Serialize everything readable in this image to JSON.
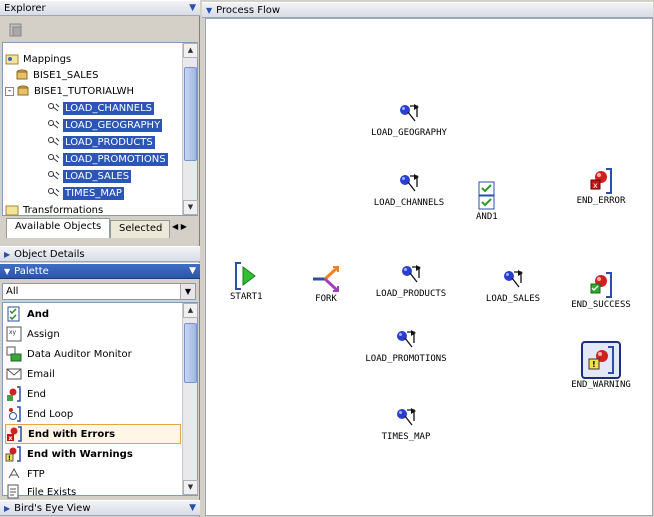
{
  "explorer": {
    "title": "Explorer",
    "tree": [
      {
        "label": "Mappings",
        "icon": "mappings-folder-icon"
      },
      {
        "label": "BISE1_SALES",
        "icon": "module-icon"
      },
      {
        "label": "BISE1_TUTORIALWH",
        "icon": "module-icon"
      },
      {
        "label": "LOAD_CHANNELS",
        "icon": "mapping-icon",
        "selected": true
      },
      {
        "label": "LOAD_GEOGRAPHY",
        "icon": "mapping-icon",
        "selected": true
      },
      {
        "label": "LOAD_PRODUCTS",
        "icon": "mapping-icon",
        "selected": true
      },
      {
        "label": "LOAD_PROMOTIONS",
        "icon": "mapping-icon",
        "selected": true
      },
      {
        "label": "LOAD_SALES",
        "icon": "mapping-icon",
        "selected": true
      },
      {
        "label": "TIMES_MAP",
        "icon": "mapping-icon",
        "selected": true
      },
      {
        "label": "Transformations",
        "icon": "transformations-folder-icon"
      }
    ],
    "tabs": [
      "Available Objects",
      "Selected"
    ]
  },
  "object_details": {
    "title": "Object Details"
  },
  "palette": {
    "title": "Palette",
    "filter": "All",
    "items": [
      {
        "label": "And",
        "icon": "and-icon",
        "bold": true
      },
      {
        "label": "Assign",
        "icon": "assign-icon"
      },
      {
        "label": "Data Auditor Monitor",
        "icon": "data-auditor-icon"
      },
      {
        "label": "Email",
        "icon": "email-icon"
      },
      {
        "label": "End",
        "icon": "end-icon"
      },
      {
        "label": "End Loop",
        "icon": "end-loop-icon"
      },
      {
        "label": "End with Errors",
        "icon": "end-errors-icon",
        "bold": true,
        "highlighted": true
      },
      {
        "label": "End with Warnings",
        "icon": "end-warnings-icon",
        "bold": true
      },
      {
        "label": "FTP",
        "icon": "ftp-icon"
      },
      {
        "label": "File Exists",
        "icon": "file-exists-icon"
      }
    ]
  },
  "birds_eye": {
    "title": "Bird's Eye View"
  },
  "canvas": {
    "title": "Process Flow",
    "nodes": {
      "load_geography": "LOAD_GEOGRAPHY",
      "load_channels": "LOAD_CHANNELS",
      "and1": "AND1",
      "end_error": "END_ERROR",
      "start1": "START1",
      "fork": "FORK",
      "load_products": "LOAD_PRODUCTS",
      "load_sales": "LOAD_SALES",
      "end_success": "END_SUCCESS",
      "load_promotions": "LOAD_PROMOTIONS",
      "end_warning": "END_WARNING",
      "times_map": "TIMES_MAP"
    }
  },
  "colors": {
    "selection": "#2c55b8",
    "header_blue": "#2c55a8",
    "canvas_bg": "#ffffff"
  }
}
